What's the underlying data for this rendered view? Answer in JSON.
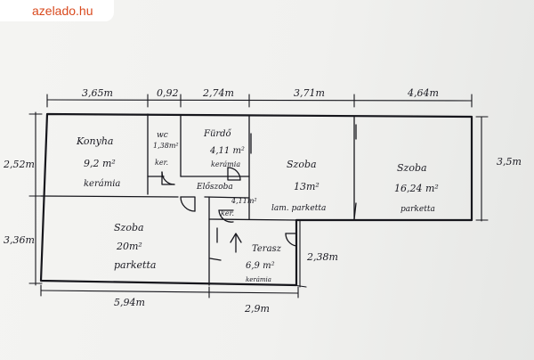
{
  "watermark": "azelado.hu",
  "dimensions": {
    "top_1": "3,65m",
    "top_2": "0,92",
    "top_3": "2,74m",
    "top_4": "3,71m",
    "top_5": "4,64m",
    "left_upper": "2,52m",
    "left_lower": "3,36m",
    "right": "3,5m",
    "inner_vertical": "2,38m",
    "bottom_1": "5,94m",
    "bottom_2": "2,9m"
  },
  "rooms": {
    "kitchen": {
      "name": "Konyha",
      "area": "9,2 m²",
      "floor": "kerámia"
    },
    "wc": {
      "name": "wc",
      "area": "1,38m²",
      "floor": "ker."
    },
    "bathroom": {
      "name": "Fürdő",
      "area": "4,11 m²",
      "floor": "kerámia"
    },
    "hall": {
      "name": "Előszoba",
      "area": "4,11m²",
      "floor": "ker."
    },
    "room_middle": {
      "name": "Szoba",
      "area": "13m²",
      "floor": "lam. parketta"
    },
    "room_right": {
      "name": "Szoba",
      "area": "16,24 m²",
      "floor": "parketta"
    },
    "room_left": {
      "name": "Szoba",
      "area": "20m²",
      "floor": "parketta"
    },
    "terrace": {
      "name": "Terasz",
      "area": "6,9 m²",
      "floor": "kerámia"
    }
  }
}
